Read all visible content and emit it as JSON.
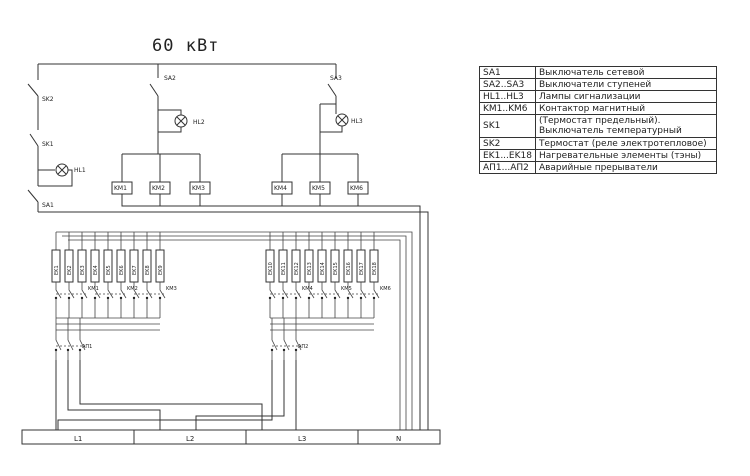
{
  "title": "60 кВт",
  "switches": {
    "sa1": "SA1",
    "sa2": "SA2",
    "sa3": "SA3",
    "sk1": "SK1",
    "sk2": "SK2"
  },
  "lamps": {
    "hl1": "HL1",
    "hl2": "HL2",
    "hl3": "HL3"
  },
  "contactors": [
    "KM1",
    "KM2",
    "KM3",
    "KM4",
    "KM5",
    "KM6"
  ],
  "contactor_tags_left": [
    "KM1",
    "KM2",
    "KM3"
  ],
  "contactor_tags_right": [
    "KM4",
    "KM5",
    "KM6"
  ],
  "heaters_left": [
    "EK1",
    "EK2",
    "EK3",
    "EK4",
    "EK5",
    "EK6",
    "EK7",
    "EK8",
    "EK9"
  ],
  "heaters_right": [
    "EK10",
    "EK11",
    "EK12",
    "EK13",
    "EK14",
    "EK15",
    "EK16",
    "EK17",
    "EK18"
  ],
  "breakers": {
    "ap1": "АП1",
    "ap2": "АП2"
  },
  "bus_labels": [
    "L1",
    "L2",
    "L3",
    "N"
  ],
  "legend": [
    {
      "code": "SA1",
      "desc": [
        "Выключатель сетевой"
      ]
    },
    {
      "code": "SA2..SA3",
      "desc": [
        "Выключатели ступеней"
      ]
    },
    {
      "code": "HL1..HL3",
      "desc": [
        "Лампы сигнализации"
      ]
    },
    {
      "code": "KM1..KM6",
      "desc": [
        "Контактор магнитный"
      ]
    },
    {
      "code": "SK1",
      "desc": [
        "(Термостат предельный).",
        "Выключатель температурный"
      ]
    },
    {
      "code": "SK2",
      "desc": [
        "Термостат (реле электротепловое)"
      ]
    },
    {
      "code": "EK1...EK18",
      "desc": [
        "Нагревательные элементы (тэны)"
      ]
    },
    {
      "code": "АП1...АП2",
      "desc": [
        "Аварийные прерыватели"
      ]
    }
  ]
}
